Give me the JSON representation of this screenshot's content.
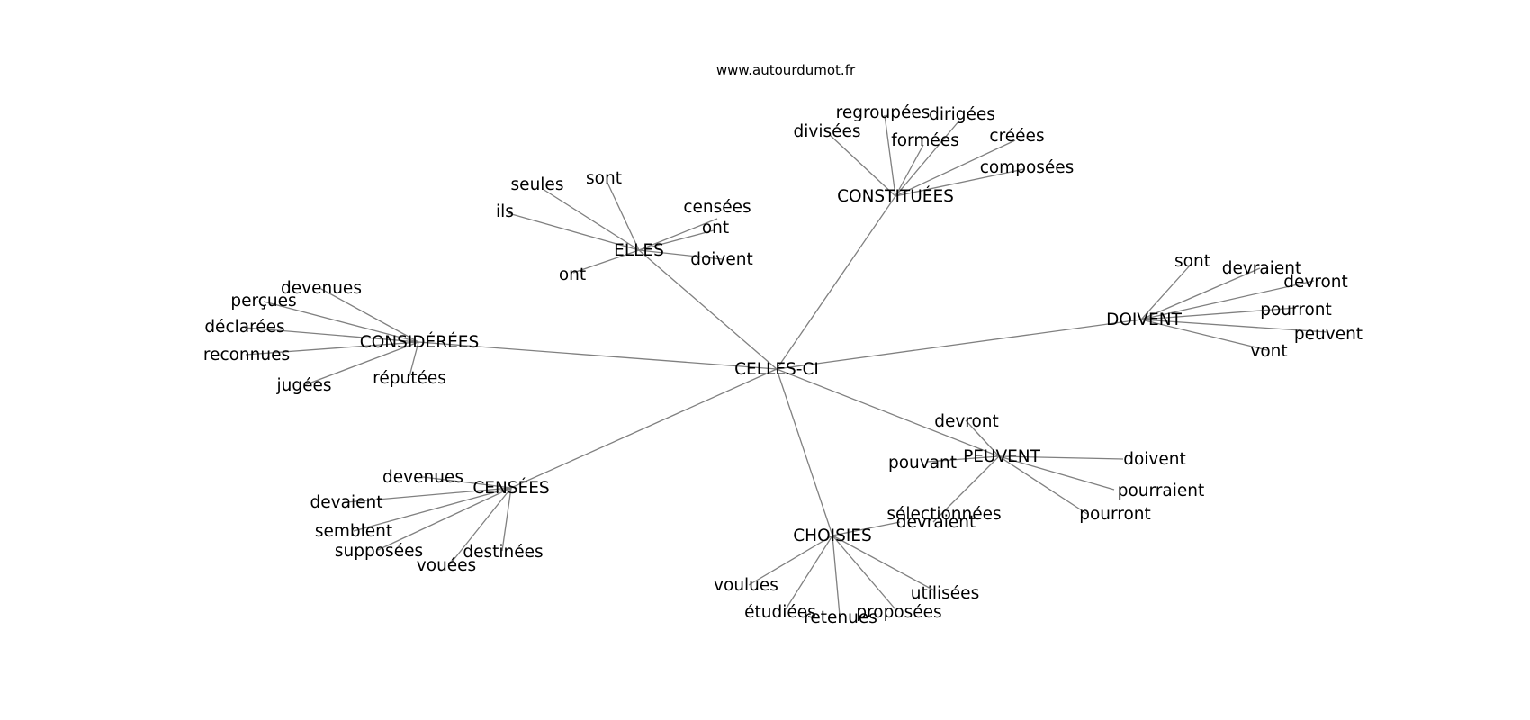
{
  "site": "www.autourdumot.fr",
  "center": "CELLES-CI",
  "hubs": {
    "elles": {
      "label": "ELLES",
      "words": [
        "seules",
        "sont",
        "ils",
        "censées",
        "ont",
        "doivent",
        "ont"
      ]
    },
    "constituees": {
      "label": "CONSTITUÉES",
      "words": [
        "regroupées",
        "dirigées",
        "divisées",
        "formées",
        "créées",
        "composées"
      ]
    },
    "doivent": {
      "label": "DOIVENT",
      "words": [
        "sont",
        "devraient",
        "devront",
        "pourront",
        "peuvent",
        "vont"
      ]
    },
    "considerees": {
      "label": "CONSIDÉRÉES",
      "words": [
        "devenues",
        "perçues",
        "déclarées",
        "reconnues",
        "jugées",
        "réputées"
      ]
    },
    "peuvent": {
      "label": "PEUVENT",
      "words": [
        "devront",
        "pouvant",
        "doivent",
        "pourraient",
        "pourront",
        "devraient"
      ]
    },
    "censees": {
      "label": "CENSÉES",
      "words": [
        "devenues",
        "devaient",
        "semblent",
        "supposées",
        "destinées",
        "vouées"
      ]
    },
    "choisies": {
      "label": "CHOISIES",
      "words": [
        "sélectionnées",
        "voulues",
        "étudiées",
        "retenues",
        "proposées",
        "utilisées"
      ]
    }
  }
}
